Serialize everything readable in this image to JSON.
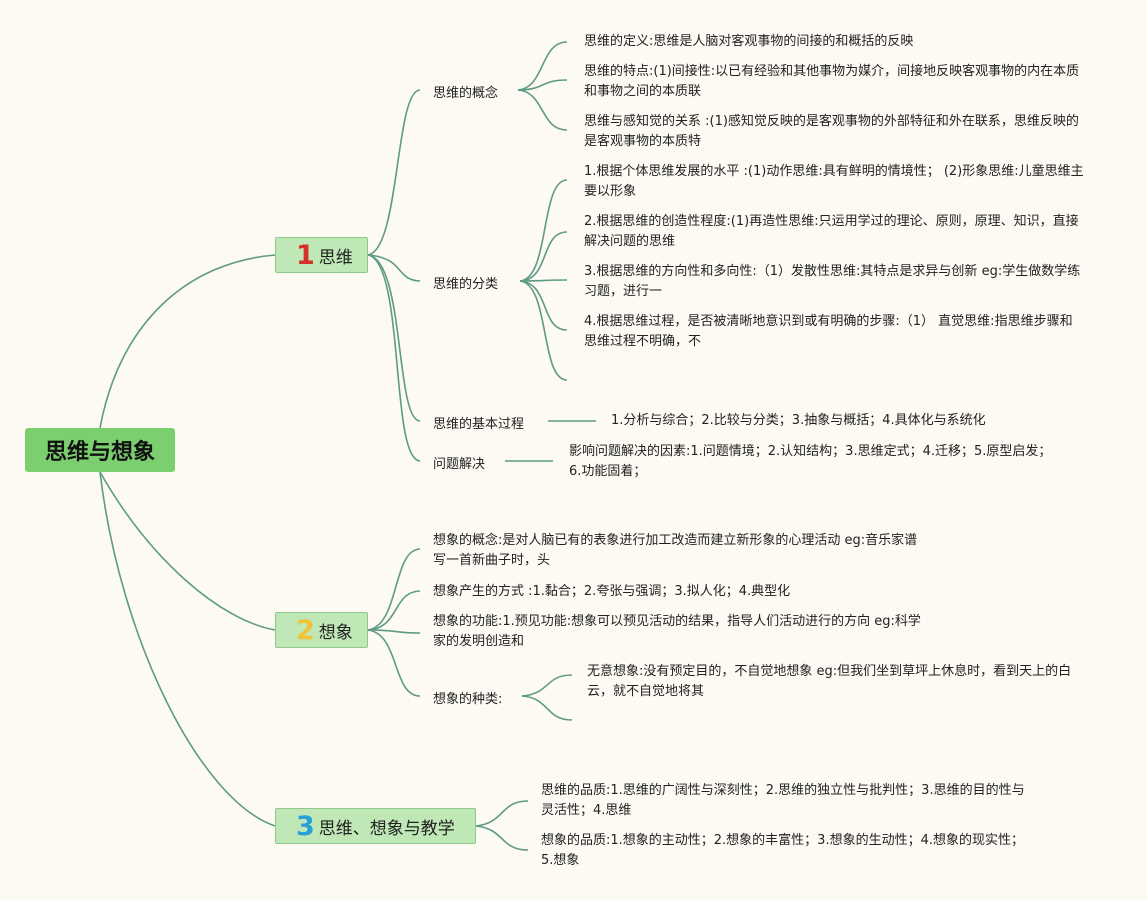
{
  "root": {
    "label": "思维与想象"
  },
  "branches": [
    {
      "number": "1",
      "label": "思维",
      "subs": [
        {
          "label": "思维的概念",
          "items": [
            "思维的定义:思维是人脑对客观事物的间接的和概括的反映",
            "思维的特点:(1)间接性:以已有经验和其他事物为媒介，间接地反映客观事物的内在本质和事物之间的本质联",
            "思维与感知觉的关系 :(1)感知觉反映的是客观事物的外部特征和外在联系，思维反映的是客观事物的本质特"
          ]
        },
        {
          "label": "思维的分类",
          "items": [
            "1.根据个体思维发展的水平 :(1)动作思维:具有鲜明的情境性； (2)形象思维:儿童思维主要以形象",
            "2.根据思维的创造性程度:(1)再造性思维:只运用学过的理论、原则，原理、知识，直接解决问题的思维",
            "3.根据思维的方向性和多向性:（1）发散性思维:其特点是求异与创新 eg:学生做数学练习题，进行一",
            "4.根据思维过程，是否被清晰地意识到或有明确的步骤:（1） 直觉思维:指思维步骤和思维过程不明确，不"
          ]
        },
        {
          "label": "思维的基本过程",
          "items": [
            "1.分析与综合；2.比较与分类；3.抽象与概括；4.具体化与系统化"
          ]
        },
        {
          "label": "问题解决",
          "items": [
            "影响问题解决的因素:1.问题情境；2.认知结构；3.思维定式；4.迁移；5.原型启发；6.功能固着；"
          ]
        }
      ]
    },
    {
      "number": "2",
      "label": "想象",
      "subs": [
        {
          "label": "想象的概念:是对人脑已有的表象进行加工改造而建立新形象的心理活动 eg:音乐家谱写一首新曲子时，头",
          "items": []
        },
        {
          "label": "想象产生的方式 :1.黏合；2.夸张与强调；3.拟人化；4.典型化",
          "items": []
        },
        {
          "label": "想象的功能:1.预见功能:想象可以预见活动的结果，指导人们活动进行的方向 eg:科学家的发明创造和",
          "items": []
        },
        {
          "label": "想象的种类:",
          "items": [
            "无意想象:没有预定目的，不自觉地想象 eg:但我们坐到草坪上休息时，看到天上的白云，就不自觉地将其"
          ]
        }
      ]
    },
    {
      "number": "3",
      "label": "思维、想象与教学",
      "subs": [
        {
          "label": "思维的品质:1.思维的广阔性与深刻性；2.思维的独立性与批判性；3.思维的目的性与灵活性；4.思维",
          "items": []
        },
        {
          "label": "想象的品质:1.想象的主动性；2.想象的丰富性；3.想象的生动性；4.想象的现实性；5.想象",
          "items": []
        }
      ]
    }
  ],
  "colors": {
    "line": "#5f9a85",
    "root_bg": "#7ccf6e",
    "branch_bg": "#bfe8b6"
  }
}
